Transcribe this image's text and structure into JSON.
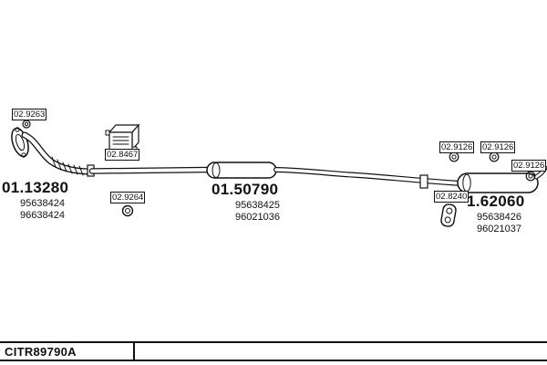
{
  "colors": {
    "ink": "#111111",
    "background": "#ffffff"
  },
  "diagram": {
    "front_section": {
      "gasket_label": "02.9263",
      "part_number": "01.13280",
      "oem_numbers": [
        "95638424",
        "96638424"
      ],
      "heat_shield_label": "02.8467",
      "oring_label": "02.9264"
    },
    "middle_section": {
      "part_number": "01.50790",
      "oem_numbers": [
        "95638425",
        "96021036"
      ]
    },
    "rear_section": {
      "mount_labels": [
        "02.9126",
        "02.9126",
        "02.9126"
      ],
      "hanger_label": "02.8240",
      "part_number": "1.62060",
      "oem_numbers": [
        "95638426",
        "96021037"
      ]
    },
    "footer": {
      "catalog_code": "CITR89790A"
    }
  }
}
